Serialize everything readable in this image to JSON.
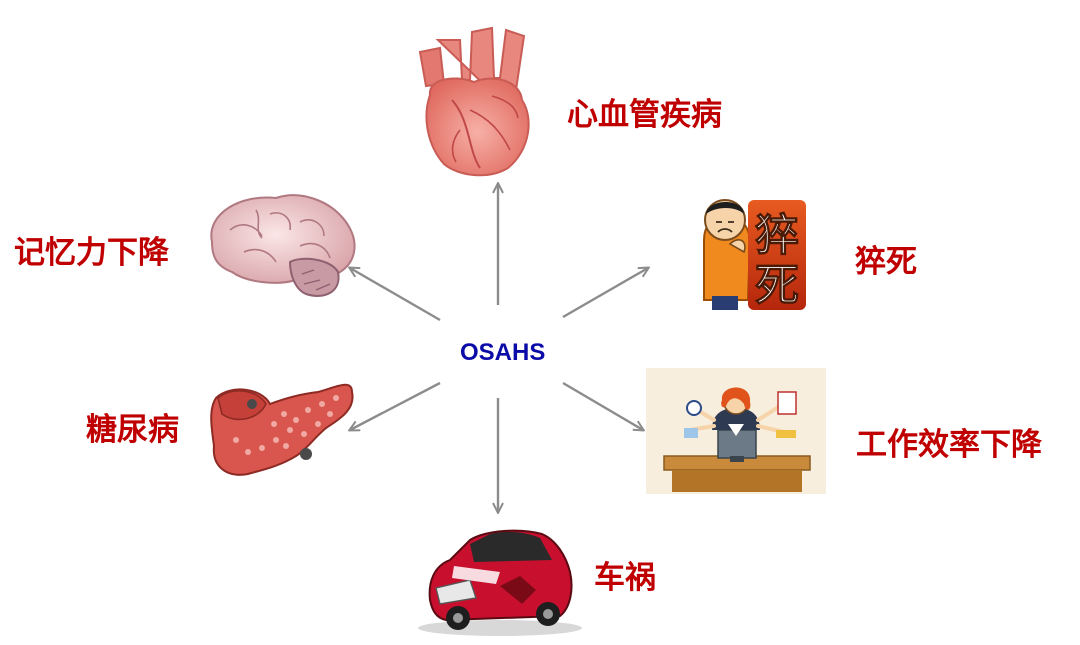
{
  "center": {
    "label": "OSAHS"
  },
  "outcomes": {
    "cardiovascular": "心血管疾病",
    "sudden_death": "猝死",
    "work_efficiency": "工作效率下降",
    "traffic_accident": "车祸",
    "diabetes": "糖尿病",
    "memory": "记忆力下降"
  },
  "illustrations": {
    "sudden_death_sign": [
      "猝",
      "死"
    ]
  },
  "colors": {
    "label": "#c00000",
    "center": "#0b0ba8",
    "arrow": "#8c8c8c"
  }
}
